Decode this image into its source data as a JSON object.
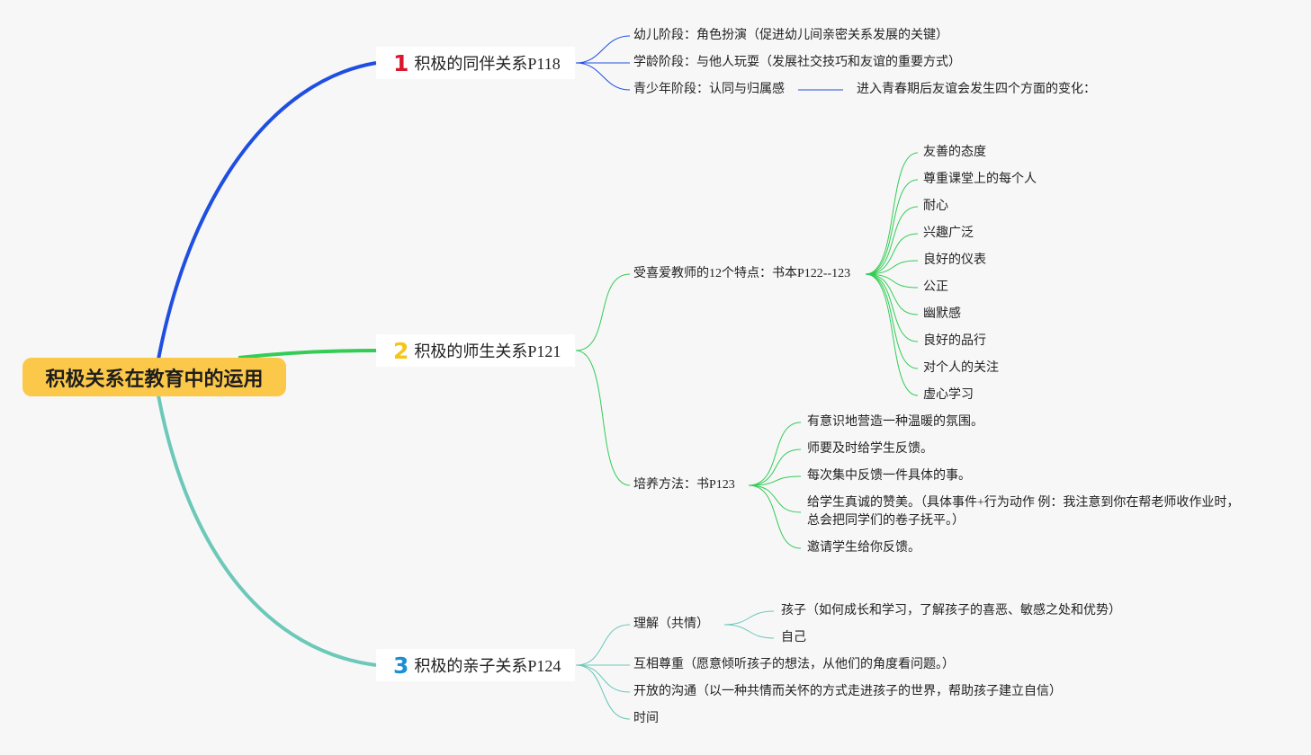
{
  "root": {
    "title": "积极关系在教育中的运用"
  },
  "branches": [
    {
      "number": "1",
      "title": "积极的同伴关系P118",
      "color": "#1f4fe0",
      "numberColor": "#d8182c",
      "children": [
        "幼儿阶段：角色扮演（促进幼儿间亲密关系发展的关键）",
        "学龄阶段：与他人玩耍（发展社交技巧和友谊的重要方式）",
        "青少年阶段：认同与归属感"
      ],
      "note": "进入青春期后友谊会发生四个方面的变化："
    },
    {
      "number": "2",
      "title": "积极的师生关系P121",
      "color": "#33cc55",
      "numberColor": "#f5c518",
      "children": [
        {
          "label": "受喜爱教师的12个特点：书本P122--123",
          "items": [
            "友善的态度",
            "尊重课堂上的每个人",
            "耐心",
            "兴趣广泛",
            "良好的仪表",
            "公正",
            "幽默感",
            "良好的品行",
            "对个人的关注",
            "虚心学习"
          ]
        },
        {
          "label": "培养方法：书P123",
          "items": [
            "有意识地营造一种温暖的氛围。",
            "师要及时给学生反馈。",
            "每次集中反馈一件具体的事。",
            "给学生真诚的赞美。（具体事件+行为动作 例：我注意到你在帮老师收作业时，",
            "总会把同学们的卷子抚平。）",
            "邀请学生给你反馈。"
          ]
        }
      ]
    },
    {
      "number": "3",
      "title": "积极的亲子关系P124",
      "color": "#6cc8b8",
      "numberColor": "#1a8fd6",
      "children": [
        {
          "label": "理解（共情）",
          "items": [
            "孩子（如何成长和学习，了解孩子的喜恶、敏感之处和优势）",
            "自己"
          ]
        },
        "互相尊重（愿意倾听孩子的想法，从他们的角度看问题。）",
        "开放的沟通（以一种共情而关怀的方式走进孩子的世界，帮助孩子建立自信）",
        "时间"
      ]
    }
  ]
}
